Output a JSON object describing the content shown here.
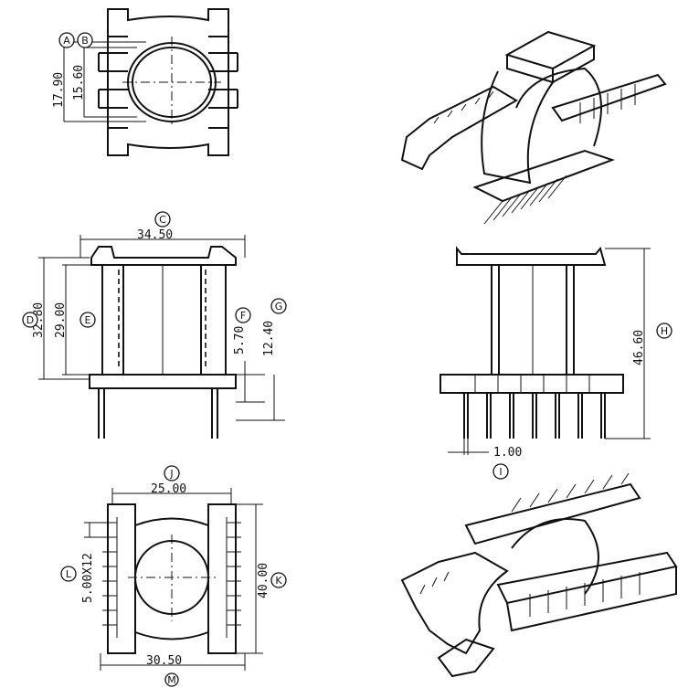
{
  "dimensions": {
    "dim_a_value": "17.90",
    "dim_b_value": "15.60",
    "dim_c_value": "34.50",
    "dim_d_value": "32.80",
    "dim_e_value": "29.00",
    "dim_f_value": "5.70",
    "dim_g_value": "12.40",
    "dim_h_value": "46.60",
    "dim_i_value": "1.00",
    "dim_j_value": "25.00",
    "dim_l_value": "5.00X12",
    "dim_k_value": "40.00",
    "dim_m_value": "30.50"
  },
  "labels": {
    "a": "A",
    "b": "B",
    "c": "C",
    "d": "D",
    "e": "E",
    "f": "F",
    "g": "G",
    "h": "H",
    "i": "I",
    "j": "J",
    "k": "K",
    "l": "L",
    "m": "M"
  },
  "colors": {
    "line": "#111111",
    "background": "#ffffff"
  }
}
